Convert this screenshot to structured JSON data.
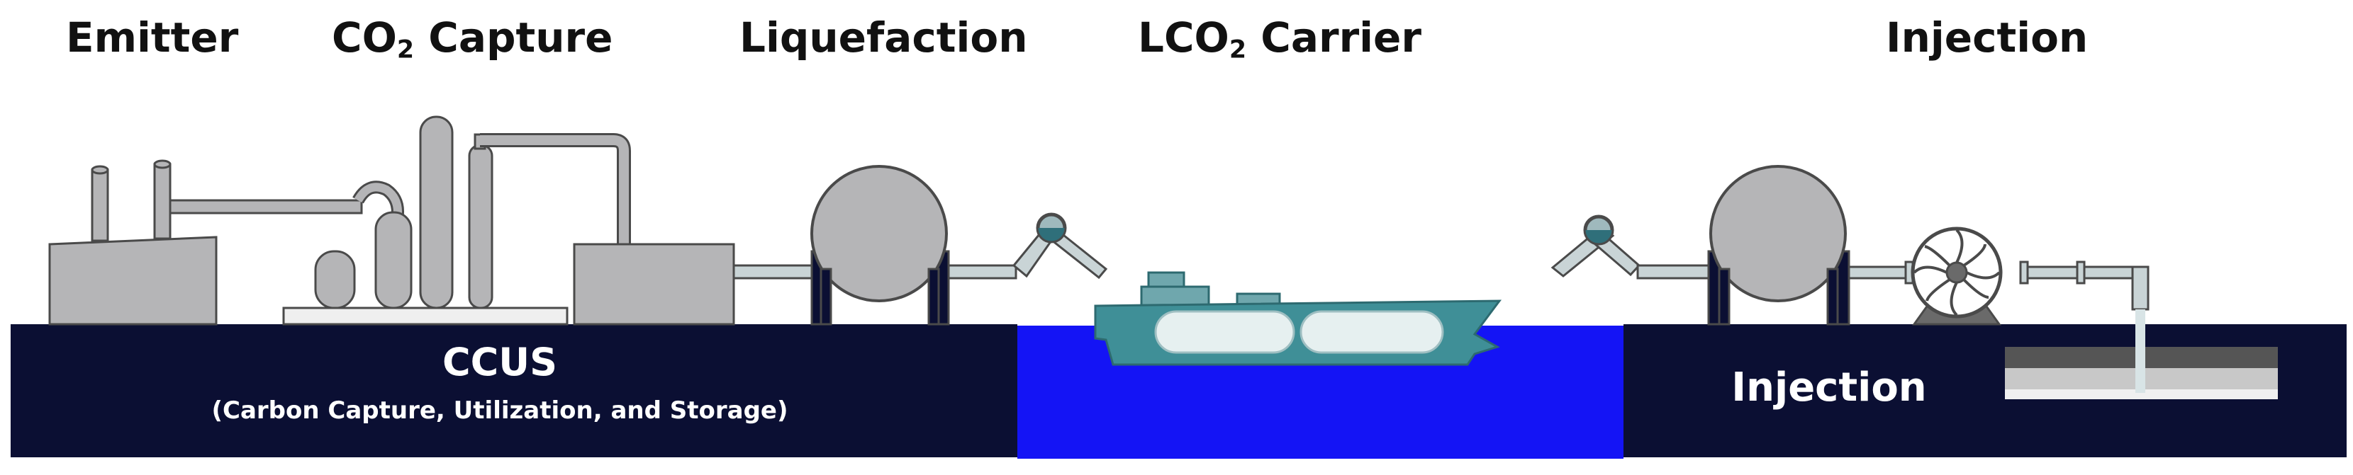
{
  "stages": {
    "emitter": "Emitter",
    "co2_capture_prefix": "CO",
    "co2_capture_sub": "2",
    "co2_capture_suffix": " Capture",
    "liquefaction": "Liquefaction",
    "carrier_prefix": "LCO",
    "carrier_sub": "2",
    "carrier_suffix": " Carrier",
    "injection": "Injection"
  },
  "bands": {
    "ccus_title": "CCUS",
    "ccus_subtitle": "(Carbon Capture, Utilization, and Storage)",
    "injection_title": "Injection"
  },
  "colors": {
    "land": "#0b0f33",
    "sea": "#1414f5",
    "equipment": "#b5b5b7",
    "outline": "#4a4a4a",
    "hull": "#3f8f97",
    "tank": "#e6f0f0",
    "valve": "#2f6f7a",
    "pipe": "#c9d4d6"
  },
  "icons": {
    "loading_arm": "loading-arm-icon",
    "pump": "pump-icon",
    "storage_tank": "spherical-tank-icon",
    "ship": "lco2-ship-icon"
  }
}
